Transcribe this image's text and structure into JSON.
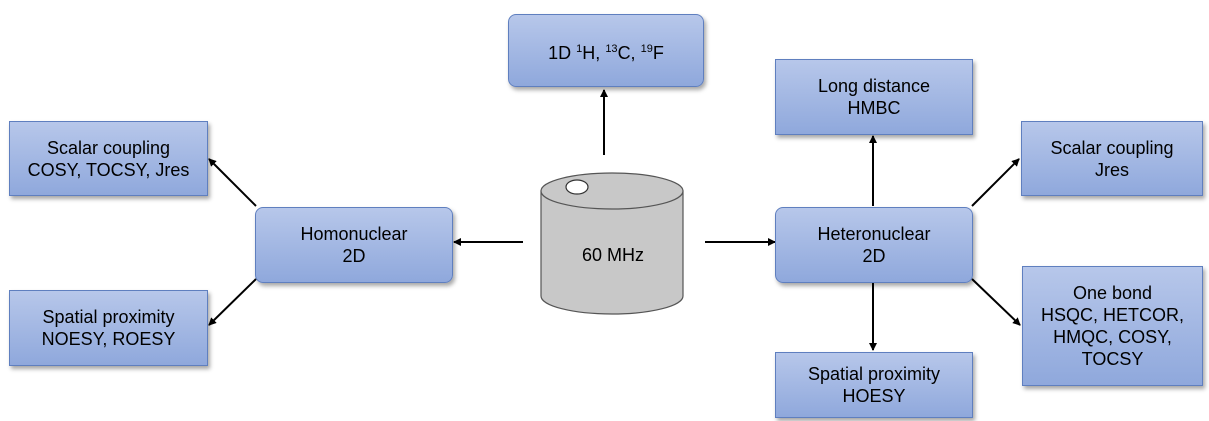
{
  "center": {
    "label": "60 MHz"
  },
  "top": {
    "prefix": "1D ",
    "h_sup": "1",
    "h": "H, ",
    "c_sup": "13",
    "c": "C, ",
    "f_sup": "19",
    "f": "F"
  },
  "homonuclear": {
    "line1": "Homonuclear",
    "line2": "2D"
  },
  "homo_scalar": {
    "line1": "Scalar coupling",
    "line2": "COSY, TOCSY, Jres"
  },
  "homo_spatial": {
    "line1": "Spatial proximity",
    "line2": "NOESY, ROESY"
  },
  "heteronuclear": {
    "line1": "Heteronuclear",
    "line2": "2D"
  },
  "hetero_long": {
    "line1": "Long distance",
    "line2": "HMBC"
  },
  "hetero_scalar": {
    "line1": "Scalar coupling",
    "line2": "Jres"
  },
  "hetero_onebond": {
    "line1": "One bond",
    "line2": "HSQC, HETCOR,",
    "line3": "HMQC, COSY,",
    "line4": "TOCSY"
  },
  "hetero_spatial": {
    "line1": "Spatial proximity",
    "line2": "HOESY"
  },
  "colors": {
    "box_top": "#b7c7ea",
    "box_bottom": "#8fa8dc",
    "box_border": "#5f7fbf",
    "cylinder": "#c8c8c8",
    "arrow": "#000000"
  }
}
